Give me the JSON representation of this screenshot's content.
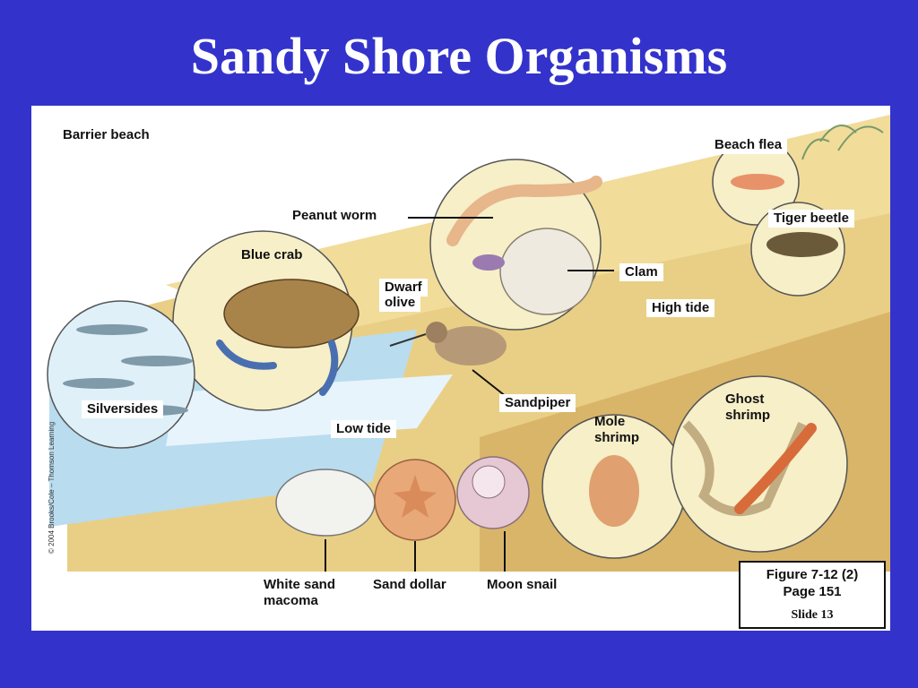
{
  "slide": {
    "title": "Sandy Shore Organisms",
    "copyright": "© 2004 Brooks/Cole – Thomson Learning"
  },
  "labels": {
    "barrier_beach": "Barrier beach",
    "beach_flea": "Beach flea",
    "tiger_beetle": "Tiger beetle",
    "peanut_worm": "Peanut worm",
    "blue_crab": "Blue crab",
    "dwarf_olive_1": "Dwarf",
    "dwarf_olive_2": "olive",
    "clam": "Clam",
    "high_tide": "High tide",
    "silversides": "Silversides",
    "sandpiper": "Sandpiper",
    "ghost_shrimp_1": "Ghost",
    "ghost_shrimp_2": "shrimp",
    "mole_shrimp_1": "Mole",
    "mole_shrimp_2": "shrimp",
    "low_tide": "Low tide",
    "white_sand_macoma_1": "White sand",
    "white_sand_macoma_2": "macoma",
    "sand_dollar": "Sand dollar",
    "moon_snail": "Moon snail"
  },
  "figure": {
    "ref_line1": "Figure 7-12 (2)",
    "ref_line2": "Page 151",
    "slide_label": "Slide 13"
  },
  "colors": {
    "background": "#3333cc",
    "sand": "#e9cf85",
    "sand_dark": "#d9b56a",
    "water": "#b9dcef",
    "bubble": "#f6efc8"
  }
}
